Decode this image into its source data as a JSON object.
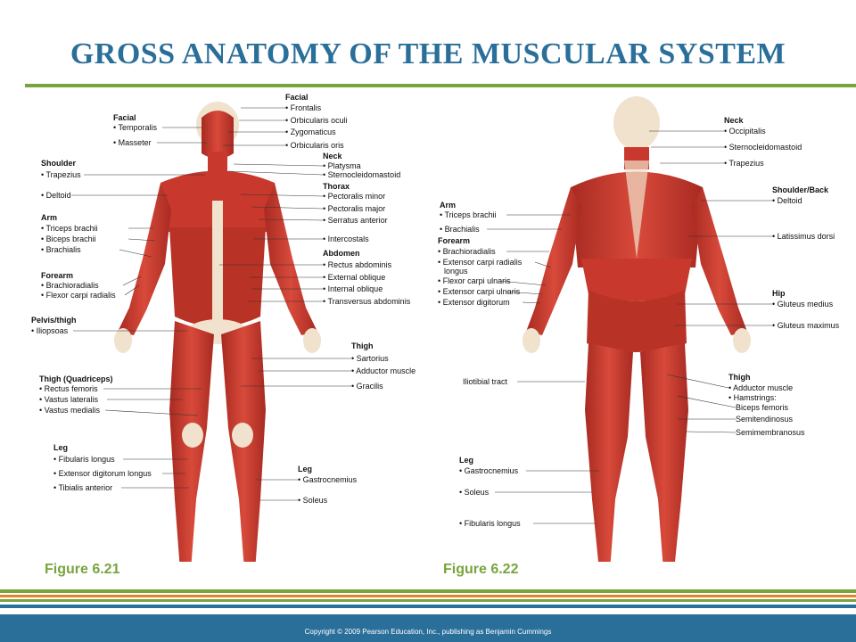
{
  "title": "GROSS ANATOMY OF THE MUSCULAR SYSTEM",
  "front": {
    "figure": "Figure 6.21",
    "labels": [
      {
        "group": "Facial",
        "items": [
          "• Temporalis",
          "• Masseter"
        ]
      },
      {
        "group": "Shoulder",
        "items": [
          "• Trapezius",
          "• Deltoid"
        ]
      },
      {
        "group": "Arm",
        "items": [
          "• Triceps brachii",
          "• Biceps brachii",
          "• Brachialis"
        ]
      },
      {
        "group": "Forearm",
        "items": [
          "• Brachioradialis",
          "• Flexor carpi radialis"
        ]
      },
      {
        "group": "Pelvis/thigh",
        "items": [
          "• Iliopsoas"
        ]
      },
      {
        "group": "Thigh (Quadriceps)",
        "items": [
          "• Rectus femoris",
          "• Vastus lateralis",
          "• Vastus medialis"
        ]
      },
      {
        "group": "Leg",
        "items": [
          "• Fibularis longus",
          "• Extensor digitorum longus",
          "• Tibialis anterior"
        ]
      },
      {
        "group": "Facial",
        "items": [
          "• Frontalis",
          "• Orbicularis oculi",
          "• Zygomaticus",
          "• Orbicularis oris"
        ]
      },
      {
        "group": "Neck",
        "items": [
          "• Platysma",
          "• Sternocleidomastoid"
        ]
      },
      {
        "group": "Thorax",
        "items": [
          "• Pectoralis minor",
          "• Pectoralis major",
          "• Serratus anterior",
          "• Intercostals"
        ]
      },
      {
        "group": "Abdomen",
        "items": [
          "• Rectus abdominis",
          "• External oblique",
          "• Internal oblique",
          "• Transversus abdominis"
        ]
      },
      {
        "group": "Thigh",
        "items": [
          "• Sartorius",
          "• Adductor muscle",
          "• Gracilis"
        ]
      },
      {
        "group": "Leg",
        "items": [
          "• Gastrocnemius",
          "• Soleus"
        ]
      }
    ]
  },
  "back": {
    "figure": "Figure 6.22",
    "labels": [
      {
        "group": "Arm",
        "items": [
          "• Triceps brachii",
          "• Brachialis"
        ]
      },
      {
        "group": "Forearm",
        "items": [
          "• Brachioradialis",
          "• Extensor carpi radialis",
          "longus",
          "• Flexor carpi ulnaris",
          "• Extensor carpi ulnaris",
          "• Extensor digitorum"
        ]
      },
      {
        "group": "",
        "items": [
          "Iliotibial tract"
        ]
      },
      {
        "group": "Leg",
        "items": [
          "• Gastrocnemius",
          "• Soleus",
          "• Fibularis longus"
        ]
      },
      {
        "group": "Neck",
        "items": [
          "• Occipitalis",
          "• Sternocleidomastoid",
          "• Trapezius"
        ]
      },
      {
        "group": "Shoulder/Back",
        "items": [
          "• Deltoid",
          "• Latissimus dorsi"
        ]
      },
      {
        "group": "Hip",
        "items": [
          "• Gluteus medius",
          "• Gluteus maximus"
        ]
      },
      {
        "group": "Thigh",
        "items": [
          "• Adductor muscle",
          "• Hamstrings:",
          "Biceps femoris",
          "Semitendinosus",
          "Semimembranosus"
        ]
      }
    ]
  },
  "copyright": "Copyright © 2009 Pearson Education, Inc., publishing as Benjamin Cummings",
  "colors": {
    "title": "#2a6e9a",
    "accent_green": "#78a43c",
    "accent_orange": "#e8822a",
    "footer": "#2a6e9a",
    "muscle": "#c8382c",
    "tendon": "#f0e2cc"
  }
}
